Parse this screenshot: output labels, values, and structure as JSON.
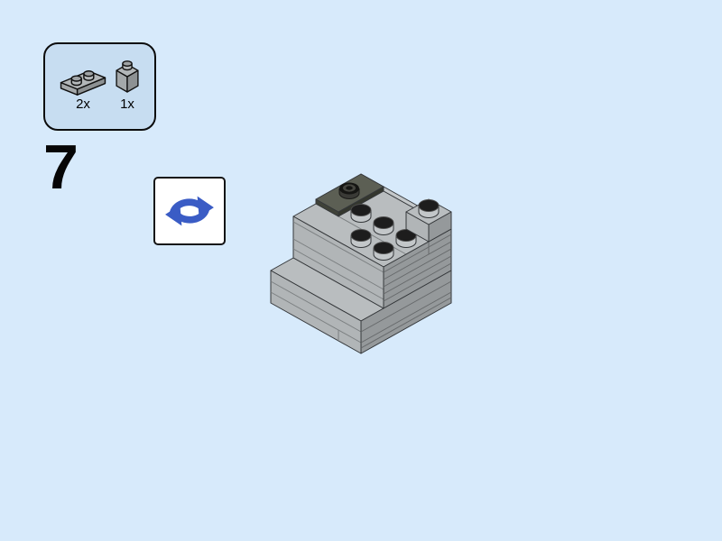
{
  "page": {
    "background_color": "#d7eafb",
    "kind": "building-instruction-step"
  },
  "step": {
    "number": "7"
  },
  "parts_callout": {
    "box_fill": "#c7ddf1",
    "parts": [
      {
        "id": "plate-1x2-light-gray",
        "count_label": "2x"
      },
      {
        "id": "brick-1x1-light-gray",
        "count_label": "1x"
      }
    ]
  },
  "rotate_symbol": {
    "icon": "rotate-icon",
    "accent_color": "#3a5cc5",
    "box_fill": "#ffffff"
  },
  "model": {
    "colors": {
      "top": "#b9bdbf",
      "left": "#b1b5b7",
      "right": "#95999b",
      "dark_plate_top": "#5c5f54",
      "dark_plate_side": "#3f4238",
      "dark_plate_front": "#34372e",
      "stud_top": "#1d1d1d",
      "back_plate_sliver": "#c4c8ca"
    }
  }
}
